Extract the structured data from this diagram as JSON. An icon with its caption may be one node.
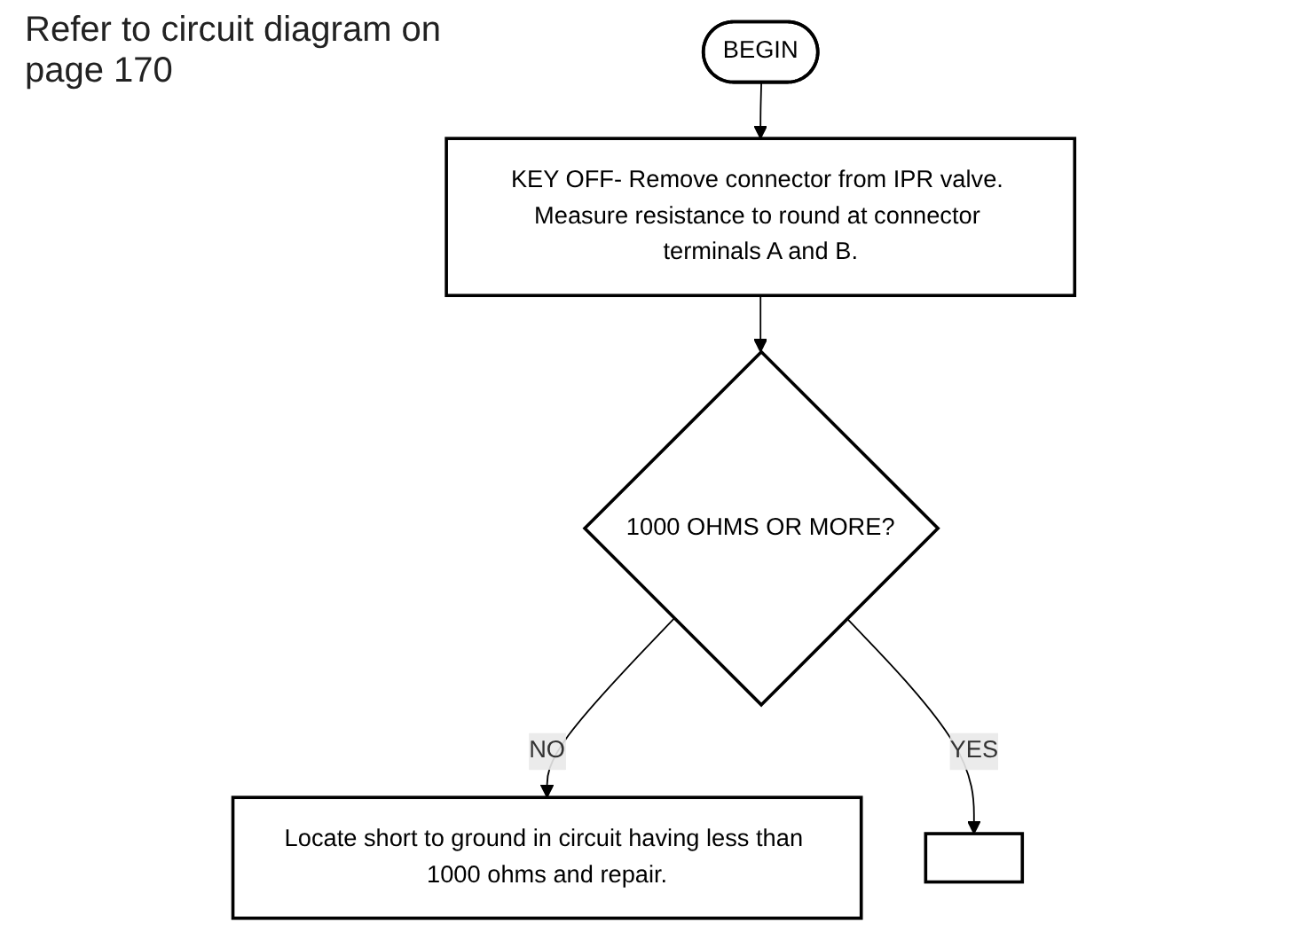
{
  "diagram": {
    "nodes": [
      {
        "text": [
          "BEGIN"
        ]
      },
      {
        "text": [
          "KEY OFF- Remove connector from IPR valve. Measure resistance to round at connector terminals A and B."
        ]
      },
      {
        "text": [
          "1000 OHMS OR MORE?"
        ]
      },
      {
        "text": [
          "Locate short to ground in circuit having less than 1000 ohms and repair."
        ]
      },
      {
        "text": [],
        "shape": "box"
      }
    ],
    "edges": [
      {
        "from": 0,
        "to": 1,
        "arrow": "to"
      },
      {
        "from": 1,
        "to": 2,
        "arrow": "to"
      },
      {
        "from": 2,
        "to": 3,
        "arrow": "to",
        "label": "NO"
      },
      {
        "from": 2,
        "to": 4,
        "arrow": "to",
        "label": "YES"
      }
    ],
    "labels": [
      "Refer to circuit diagram on page 170"
    ]
  }
}
